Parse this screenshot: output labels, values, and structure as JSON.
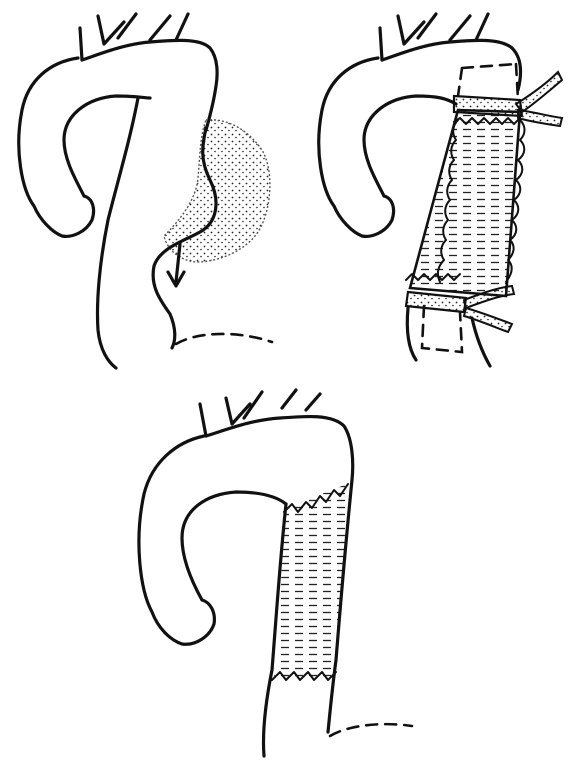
{
  "figure": {
    "panels": [
      {
        "id": "aneurysm",
        "description_visible": false
      },
      {
        "id": "graft-placement",
        "description_visible": false
      },
      {
        "id": "completed-repair",
        "description_visible": false
      }
    ],
    "ink_color": "#111111",
    "paper_color": "#ffffff"
  }
}
